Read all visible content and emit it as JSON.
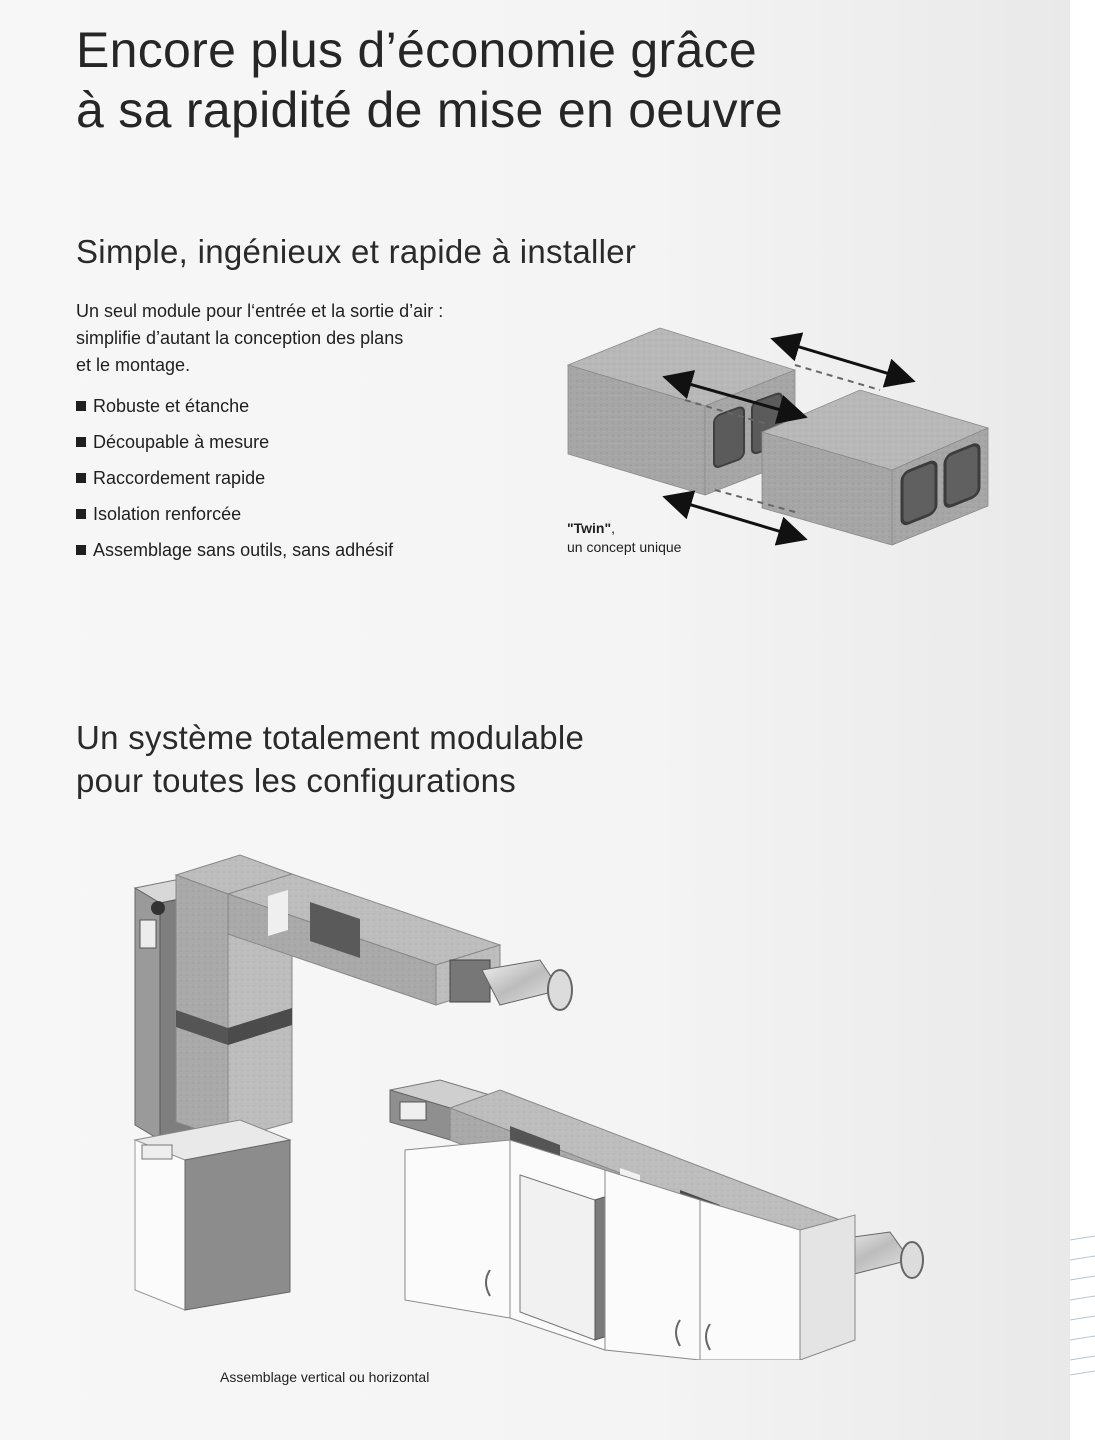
{
  "title": {
    "line1": "Encore plus d’économie grâce",
    "line2": "à sa rapidité de mise en oeuvre"
  },
  "section1": {
    "heading": "Simple, ingénieux et rapide à installer",
    "intro": {
      "line1": "Un seul module pour l‘entrée et la sortie d’air :",
      "line2": "simplifie d’autant la conception des plans",
      "line3": "et le montage."
    },
    "bullets": [
      "Robuste et étanche",
      "Découpable à mesure",
      "Raccordement rapide",
      "Isolation renforcée",
      "Assemblage sans outils, sans adhésif"
    ],
    "image_caption": {
      "bold": "\"Twin\"",
      "after_bold": ",",
      "line2": "un concept unique"
    }
  },
  "section2": {
    "heading": {
      "line1": "Un système totalement modulable",
      "line2": "pour toutes les configurations"
    },
    "image_caption": "Assemblage vertical ou horizontal"
  },
  "colors": {
    "background": "#f4f4f4",
    "text": "#1f1f1f",
    "duct_grey": "#a9a9a9",
    "cabinet_white": "#fbfbfb"
  }
}
